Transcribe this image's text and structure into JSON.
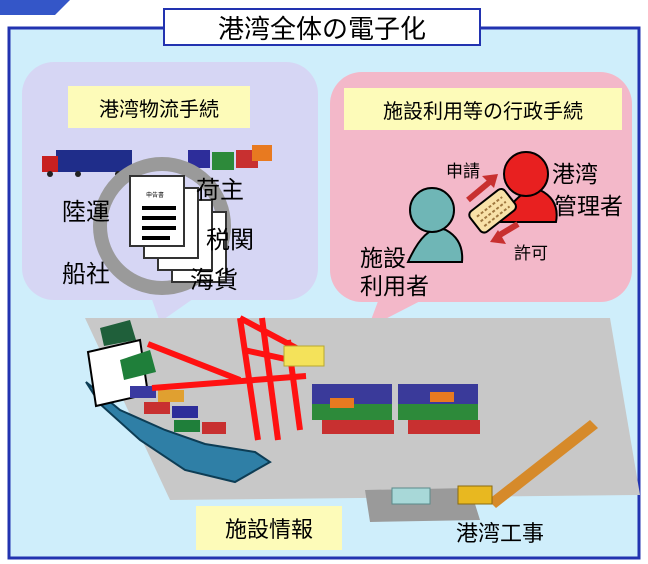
{
  "title": "港湾全体の電子化",
  "logistics": {
    "heading": "港湾物流手続",
    "parties": {
      "land_transport": "陸運",
      "shipper": "荷主",
      "customs": "税関",
      "shipping_company": "船社",
      "marine_cargo": "海貨"
    },
    "doc_header": "申告書"
  },
  "admin": {
    "heading": "施設利用等の行政手続",
    "application": "申請",
    "permission": "許可",
    "port_manager": [
      "港湾",
      "管理者"
    ],
    "facility_user": [
      "施設",
      "利用者"
    ]
  },
  "facility_info": "施設情報",
  "port_construction": "港湾工事",
  "colors": {
    "frame_border": "#2233b0",
    "frame_fill": "#cfeefb",
    "logistics_bubble": "#d6d6f4",
    "admin_bubble": "#f3b8c9",
    "label_fill": "#fdfbb9",
    "crane_red": "#ff1111",
    "ship_hull": "#2f7fa6"
  }
}
